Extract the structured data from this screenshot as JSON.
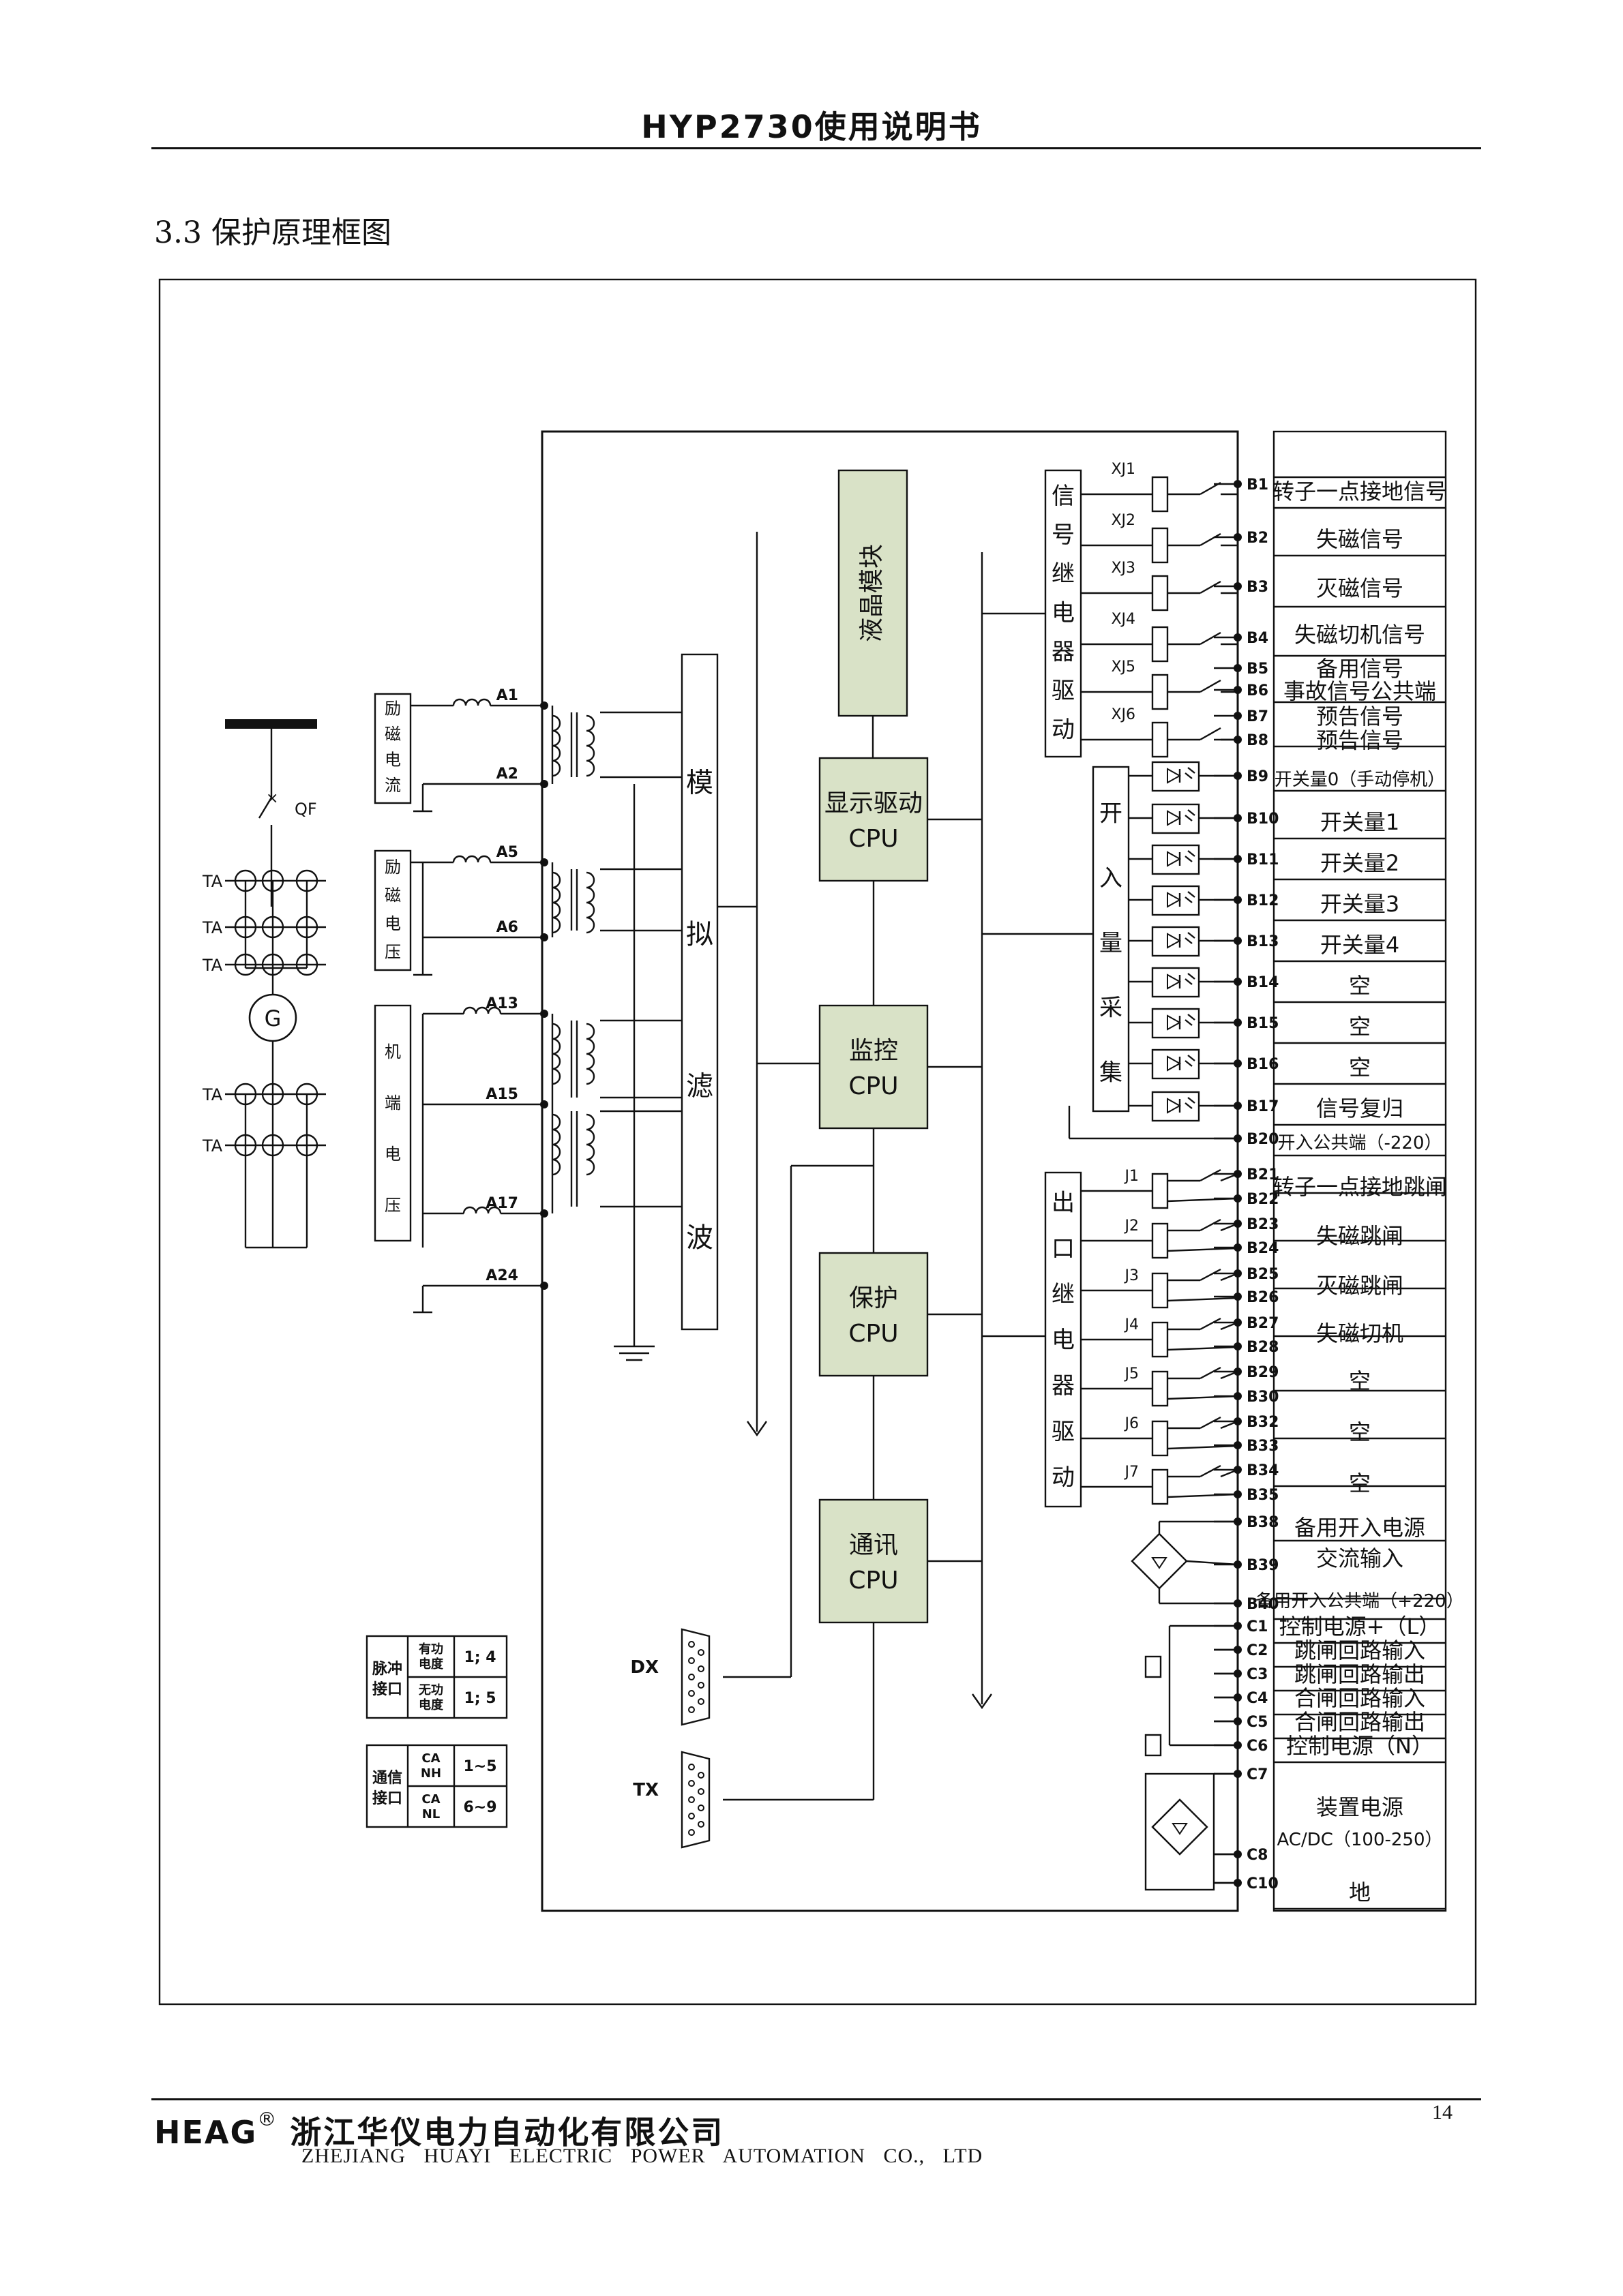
{
  "page": {
    "header_title": "HYP2730使用说明书",
    "section_title": "3.3 保护原理框图",
    "page_number": "14"
  },
  "footer": {
    "brand": "HEAG",
    "brand_mark": "®",
    "company_cn": "浙江华仪电力自动化有限公司",
    "company_en": "ZHEJIANG HUAYI ELECTRIC POWER AUTOMATION CO., LTD"
  },
  "diagram": {
    "qf_label": "QF",
    "ta_label": "TA",
    "generator_label": "G",
    "excitation_current": "励磁电流",
    "excitation_voltage": "励磁电压",
    "terminal_voltage": "机端电压",
    "analog_filter": [
      "模",
      "拟",
      "滤",
      "波"
    ],
    "lcd_module": "液晶模块",
    "cpu_blocks": [
      {
        "title": "显示驱动",
        "sub": "CPU"
      },
      {
        "title": "监控",
        "sub": "CPU"
      },
      {
        "title": "保护",
        "sub": "CPU"
      },
      {
        "title": "通讯",
        "sub": "CPU"
      }
    ],
    "signal_relay_drive": [
      "信",
      "号",
      "继",
      "电",
      "器",
      "驱",
      "动"
    ],
    "input_acquisition": [
      "开",
      "入",
      "量",
      "采",
      "集"
    ],
    "output_relay_drive": [
      "出",
      "口",
      "继",
      "电",
      "器",
      "驱",
      "动"
    ],
    "signal_relays": [
      "XJ1",
      "XJ2",
      "XJ3",
      "XJ4",
      "XJ5",
      "XJ6"
    ],
    "output_relays": [
      "J1",
      "J2",
      "J3",
      "J4",
      "J5",
      "J6",
      "J7"
    ],
    "a_terminals": [
      "A1",
      "A2",
      "A5",
      "A6",
      "A13",
      "A15",
      "A17",
      "A24"
    ],
    "dx_label": "DX",
    "tx_label": "TX",
    "pulse_table": {
      "group": "脉冲接口",
      "rows": [
        {
          "name": "有功电度",
          "pins": "1; 4"
        },
        {
          "name": "无功电度",
          "pins": "1; 5"
        }
      ]
    },
    "comm_table": {
      "group": "通信接口",
      "rows": [
        {
          "name": "CANH",
          "pins": "1~5"
        },
        {
          "name": "CANL",
          "pins": "6~9"
        }
      ]
    },
    "b_terminals": [
      {
        "id": "B1",
        "label": "转子一点接地信号"
      },
      {
        "id": "B2",
        "label": "失磁信号"
      },
      {
        "id": "B3",
        "label": "灭磁信号"
      },
      {
        "id": "B4",
        "label": "失磁切机信号"
      },
      {
        "id": "B5",
        "label": "备用信号"
      },
      {
        "id": "B6",
        "label": "事故信号公共端"
      },
      {
        "id": "B7",
        "label": "预告信号"
      },
      {
        "id": "B8",
        "label": "预告信号"
      },
      {
        "id": "B9",
        "label": "开关量0（手动停机）"
      },
      {
        "id": "B10",
        "label": "开关量1"
      },
      {
        "id": "B11",
        "label": "开关量2"
      },
      {
        "id": "B12",
        "label": "开关量3"
      },
      {
        "id": "B13",
        "label": "开关量4"
      },
      {
        "id": "B14",
        "label": "空"
      },
      {
        "id": "B15",
        "label": "空"
      },
      {
        "id": "B16",
        "label": "空"
      },
      {
        "id": "B17",
        "label": "信号复归"
      },
      {
        "id": "B20",
        "label": "开入公共端（-220）"
      },
      {
        "id": "B21",
        "label": "转子一点接地跳闸"
      },
      {
        "id": "B22",
        "label": ""
      },
      {
        "id": "B23",
        "label": "失磁跳闸"
      },
      {
        "id": "B24",
        "label": ""
      },
      {
        "id": "B25",
        "label": "灭磁跳闸"
      },
      {
        "id": "B26",
        "label": ""
      },
      {
        "id": "B27",
        "label": "失磁切机"
      },
      {
        "id": "B28",
        "label": ""
      },
      {
        "id": "B29",
        "label": "空"
      },
      {
        "id": "B30",
        "label": ""
      },
      {
        "id": "B32",
        "label": "空"
      },
      {
        "id": "B33",
        "label": ""
      },
      {
        "id": "B34",
        "label": "空"
      },
      {
        "id": "B35",
        "label": ""
      },
      {
        "id": "B38",
        "label": "备用开入电源"
      },
      {
        "id": "B39",
        "label": "交流输入"
      },
      {
        "id": "B40",
        "label": "备用开入公共端（+220）"
      },
      {
        "id": "C1",
        "label": "控制电源+（L）"
      },
      {
        "id": "C2",
        "label": "跳闸回路输入"
      },
      {
        "id": "C3",
        "label": "跳闸回路输出"
      },
      {
        "id": "C4",
        "label": "合闸回路输入"
      },
      {
        "id": "C5",
        "label": "合闸回路输出"
      },
      {
        "id": "C6",
        "label": "控制电源（N）"
      },
      {
        "id": "C7",
        "label": "装置电源"
      },
      {
        "id": "C8",
        "label": "AC/DC（100-250）"
      },
      {
        "id": "C10",
        "label": "地"
      }
    ]
  }
}
